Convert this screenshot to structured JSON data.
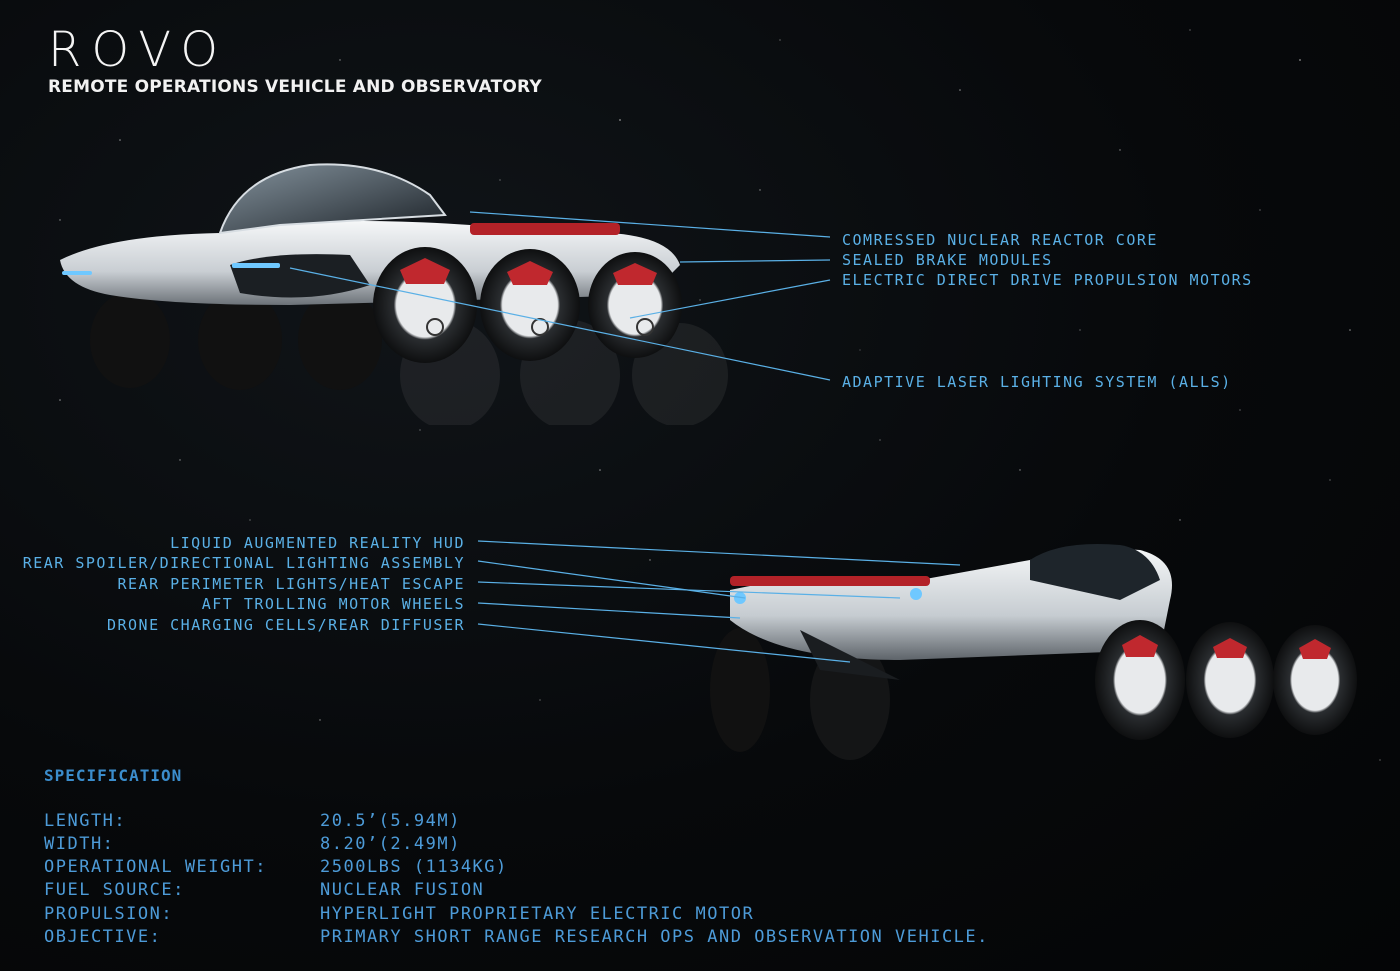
{
  "header": {
    "logo": "ROVO",
    "subtitle": "REMOTE OPERATIONS VEHICLE AND OBSERVATORY"
  },
  "callouts_front": [
    "COMRESSED NUCLEAR REACTOR CORE",
    "SEALED BRAKE MODULES",
    "ELECTRIC DIRECT DRIVE PROPULSION MOTORS",
    "ADAPTIVE LASER LIGHTING SYSTEM (ALLS)"
  ],
  "callouts_rear": [
    "LIQUID AUGMENTED REALITY HUD",
    "REAR SPOILER/DIRECTIONAL LIGHTING ASSEMBLY",
    "REAR PERIMETER LIGHTS/HEAT ESCAPE",
    "AFT TROLLING MOTOR WHEELS",
    "DRONE CHARGING CELLS/REAR DIFFUSER"
  ],
  "spec": {
    "title": "SPECIFICATION",
    "rows": [
      {
        "key": "LENGTH:",
        "value": "20.5’(5.94M)"
      },
      {
        "key": "WIDTH:",
        "value": "8.20’(2.49M)"
      },
      {
        "key": "OPERATIONAL WEIGHT:",
        "value": "2500LBS (1134KG)"
      },
      {
        "key": "FUEL SOURCE:",
        "value": "NUCLEAR FUSION"
      },
      {
        "key": "PROPULSION:",
        "value": "HYPERLIGHT PROPRIETARY ELECTRIC MOTOR"
      },
      {
        "key": "OBJECTIVE:",
        "value": "PRIMARY SHORT RANGE RESEARCH OPS AND OBSERVATION VEHICLE."
      }
    ]
  },
  "colors": {
    "accent_blue": "#5ab0e6",
    "spec_blue": "#4d9bd8",
    "brake_red": "#c0282e",
    "body_white": "#e9ecef",
    "background": "#07090b"
  }
}
